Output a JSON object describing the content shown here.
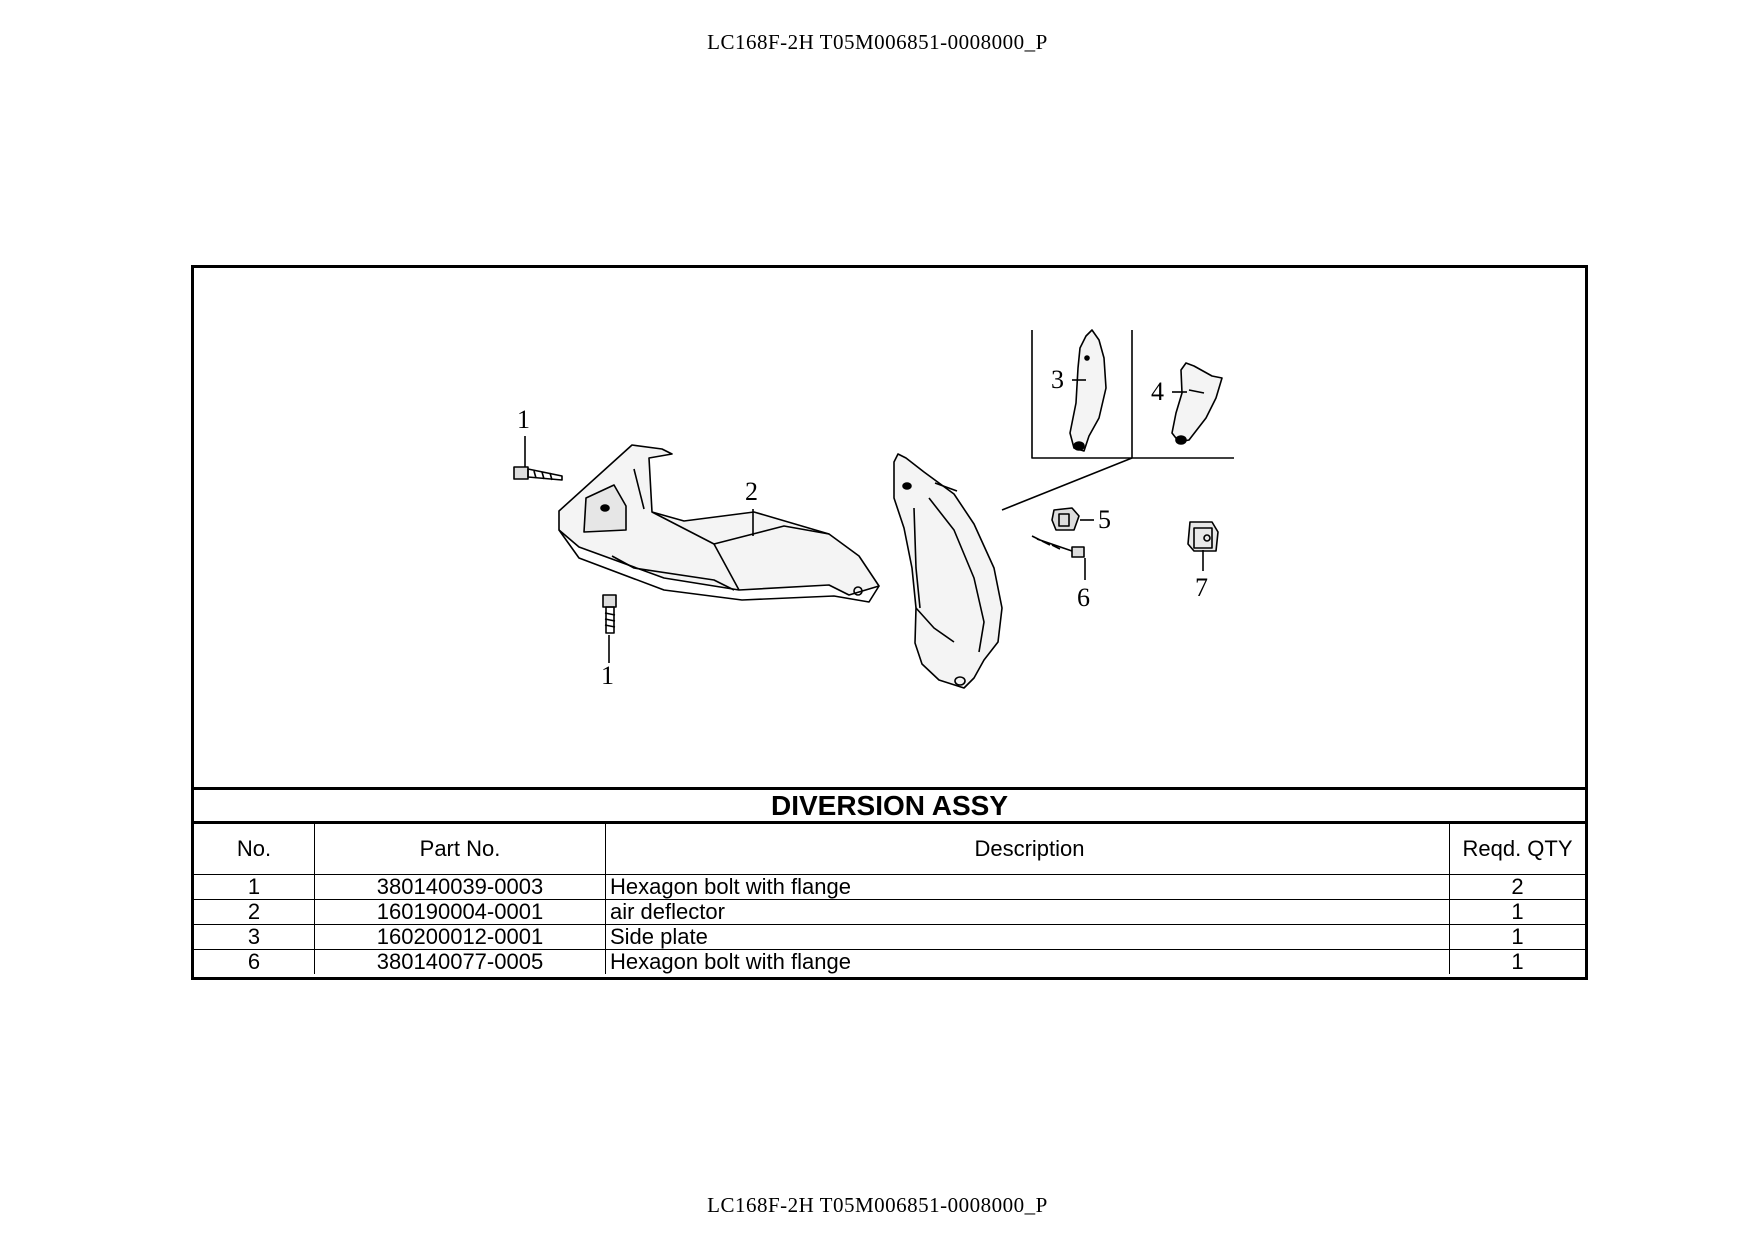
{
  "header": {
    "code": "LC168F-2H T05M006851-0008000_P"
  },
  "footer": {
    "code": "LC168F-2H T05M006851-0008000_P"
  },
  "diagram": {
    "callouts": [
      "1",
      "2",
      "1",
      "3",
      "4",
      "5",
      "6",
      "7"
    ]
  },
  "assembly": {
    "title": "DIVERSION ASSY"
  },
  "table": {
    "headers": {
      "no": "No.",
      "part_no": "Part No.",
      "description": "Description",
      "qty": "Reqd. QTY"
    },
    "rows": [
      {
        "no": "1",
        "part_no": "380140039-0003",
        "description": "Hexagon bolt with flange",
        "qty": "2"
      },
      {
        "no": "2",
        "part_no": "160190004-0001",
        "description": "air deflector",
        "qty": "1"
      },
      {
        "no": "3",
        "part_no": "160200012-0001",
        "description": "Side plate",
        "qty": "1"
      },
      {
        "no": "6",
        "part_no": "380140077-0005",
        "description": "Hexagon bolt with flange",
        "qty": "1"
      }
    ]
  }
}
